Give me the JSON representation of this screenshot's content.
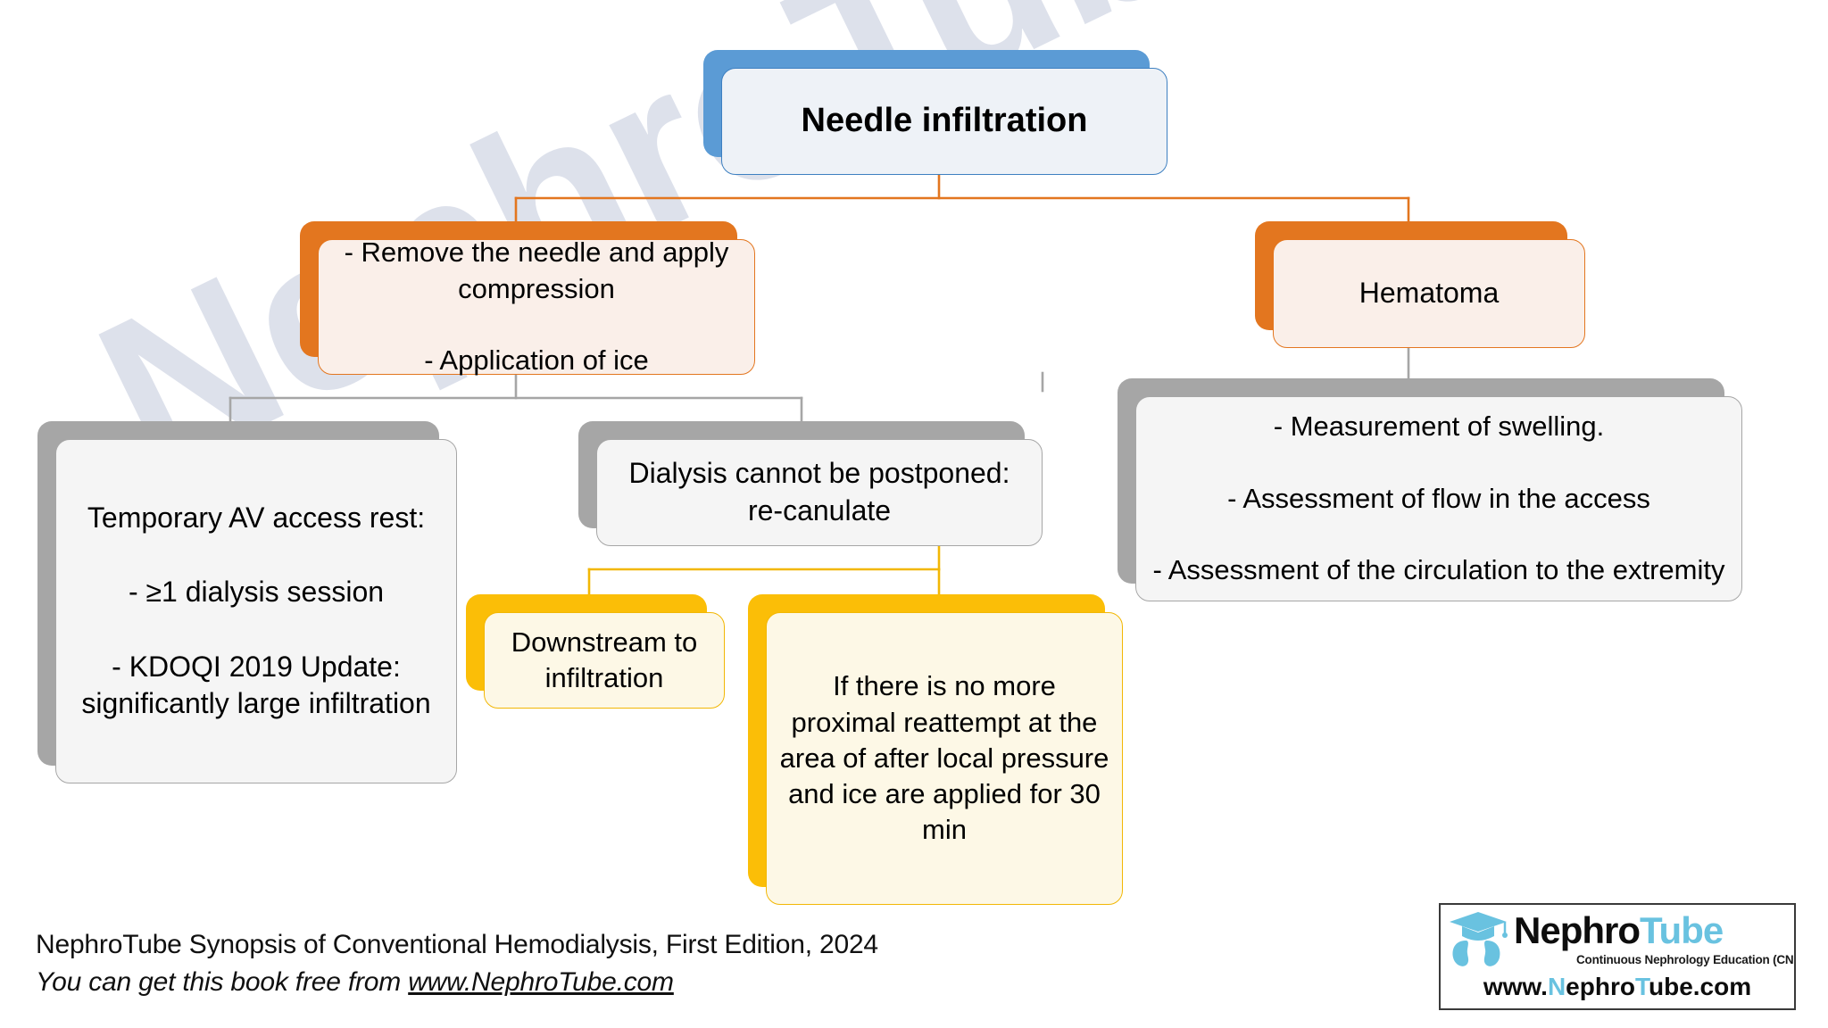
{
  "diagram": {
    "type": "flowchart",
    "title_node": "Needle infiltration",
    "colors": {
      "blue": "#5B9BD5",
      "blue_border": "#3E80C1",
      "blue_fill": "#EEF2F7",
      "orange": "#E3761F",
      "orange_fill": "#FAEFE9",
      "gray": "#A6A6A6",
      "gray_fill": "#F5F5F5",
      "yellow": "#FBBE07",
      "yellow_border": "#F2B705",
      "yellow_fill": "#FDF8E6",
      "text": "#000000",
      "watermark": "#C9CFE0"
    },
    "nodes": {
      "root": {
        "label": "Needle infiltration",
        "theme": "blue"
      },
      "remove_needle": {
        "label": "- Remove the needle and apply compression\n\n- Application of ice",
        "theme": "orange"
      },
      "hematoma": {
        "label": "Hematoma",
        "theme": "orange"
      },
      "temporary_rest": {
        "label": "Temporary AV access rest:\n\n- ≥1 dialysis session\n\n- KDOQI 2019 Update: significantly large infiltration",
        "theme": "gray"
      },
      "dialysis_recanulate": {
        "label": "Dialysis cannot be postponed: re-canulate",
        "theme": "gray"
      },
      "hematoma_assess": {
        "label": "- Measurement of swelling.\n\n- Assessment of flow in the access\n\n- Assessment of the circulation to the extremity",
        "theme": "gray"
      },
      "downstream": {
        "label": "Downstream to infiltration",
        "theme": "yellow"
      },
      "reattempt": {
        "label": "If there is no more proximal  reattempt at the area of after local pressure and ice are applied for 30 min",
        "theme": "yellow"
      }
    },
    "edges": [
      {
        "from": "root",
        "to": "remove_needle",
        "color": "#E3761F"
      },
      {
        "from": "root",
        "to": "hematoma",
        "color": "#E3761F"
      },
      {
        "from": "remove_needle",
        "to": "temporary_rest",
        "color": "#A6A6A6"
      },
      {
        "from": "remove_needle",
        "to": "dialysis_recanulate",
        "color": "#A6A6A6"
      },
      {
        "from": "hematoma",
        "to": "hematoma_assess",
        "color": "#A6A6A6"
      },
      {
        "from": "dialysis_recanulate",
        "to": "downstream",
        "color": "#F2B705"
      },
      {
        "from": "dialysis_recanulate",
        "to": "reattempt",
        "color": "#F2B705"
      }
    ]
  },
  "watermark": {
    "text": "NephroTube.com"
  },
  "footer": {
    "line1": "NephroTube Synopsis of Conventional Hemodialysis, First Edition, 2024",
    "line2_prefix": "You can get this book free from ",
    "line2_link": "www.NephroTube.com"
  },
  "logo": {
    "word_part1": "Nephro",
    "word_part2": "Tube",
    "tagline": "Continuous Nephrology Education (CNE)",
    "url_prefix": "www.",
    "url_mid1": "N",
    "url_mid2": "ephro",
    "url_mid3": "T",
    "url_suffix": "ube.com"
  }
}
